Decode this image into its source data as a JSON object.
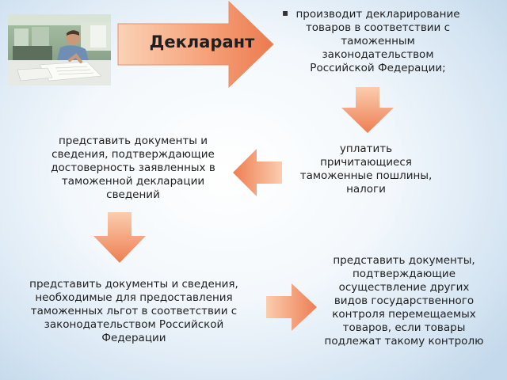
{
  "declarant": {
    "label": "Декларант"
  },
  "bullet_marker": "▪",
  "nodes": {
    "declare": "производит декларирование товаров в соответствии с таможенным законодательством Российской Федерации;",
    "pay": "уплатить причитающиеся таможенные пошлины, налоги",
    "docs_authenticity": "представить документы и сведения, подтверждающие достоверность заявленных в таможенной декларации сведений",
    "docs_benefits": "представить документы и сведения, необходимые для предоставления таможенных льгот в соответствии с законодательством Российской Федерации",
    "docs_control": "представить документы, подтверждающие осуществление других видов государственного контроля перемещаемых товаров, если товары подлежат такому контролю"
  },
  "colors": {
    "arrow_light": "#fbc9a8",
    "arrow_dark": "#ee7d52",
    "text": "#1f1f1f"
  },
  "icons": {
    "photo": "person-at-desk-photo"
  }
}
